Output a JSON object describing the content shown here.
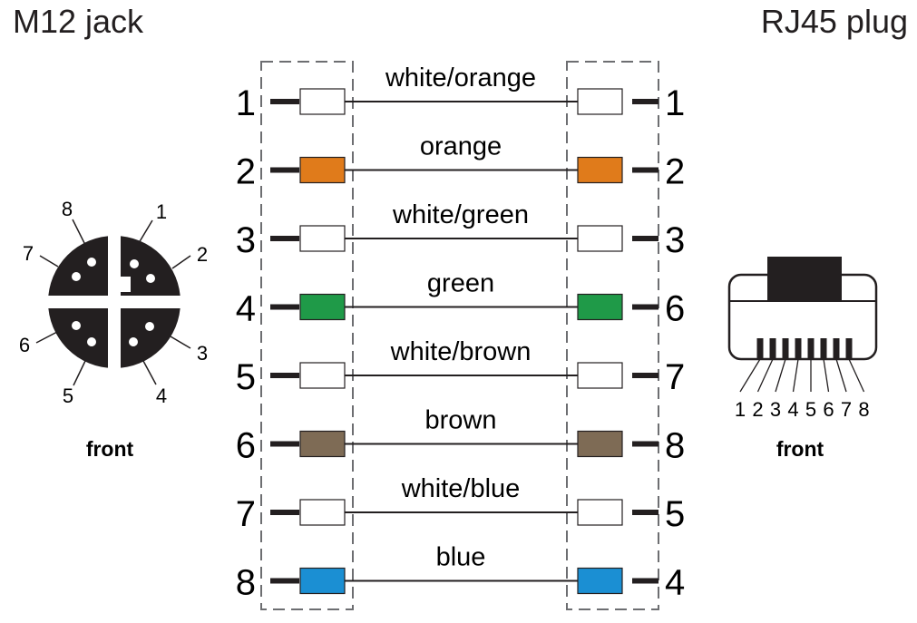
{
  "titles": {
    "left": "M12 jack",
    "right": "RJ45 plug"
  },
  "wires": [
    {
      "left_pin": "1",
      "right_pin": "1",
      "label": "white/orange",
      "color": "#ffffff"
    },
    {
      "left_pin": "2",
      "right_pin": "2",
      "label": "orange",
      "color": "#e07b1b"
    },
    {
      "left_pin": "3",
      "right_pin": "3",
      "label": "white/green",
      "color": "#ffffff"
    },
    {
      "left_pin": "4",
      "right_pin": "6",
      "label": "green",
      "color": "#1f9a48"
    },
    {
      "left_pin": "5",
      "right_pin": "7",
      "label": "white/brown",
      "color": "#ffffff"
    },
    {
      "left_pin": "6",
      "right_pin": "8",
      "label": "brown",
      "color": "#7e6b55"
    },
    {
      "left_pin": "7",
      "right_pin": "5",
      "label": "white/blue",
      "color": "#ffffff"
    },
    {
      "left_pin": "8",
      "right_pin": "4",
      "label": "blue",
      "color": "#1b8fd3"
    }
  ],
  "m12": {
    "caption": "front",
    "pin_labels": [
      "1",
      "2",
      "3",
      "4",
      "5",
      "6",
      "7",
      "8"
    ]
  },
  "rj45": {
    "caption": "front",
    "contact_labels": [
      "1",
      "2",
      "3",
      "4",
      "5",
      "6",
      "7",
      "8"
    ]
  }
}
